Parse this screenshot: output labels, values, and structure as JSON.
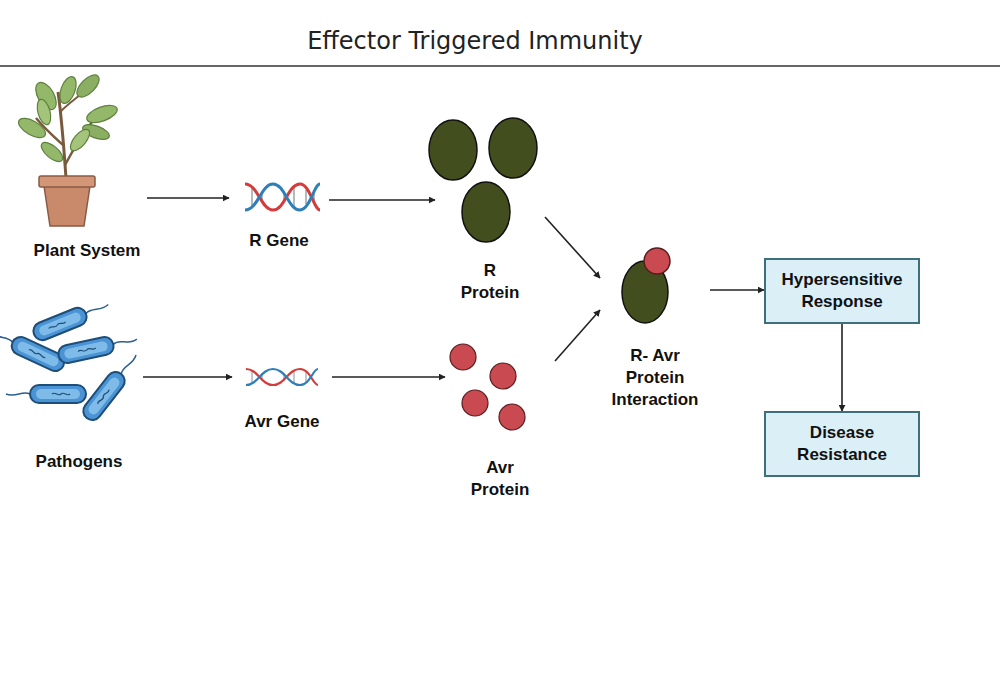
{
  "diagram": {
    "title": "Effector Triggered Immunity",
    "nodes": [
      {
        "text": [
          "Plant System"
        ]
      },
      {
        "text": [
          "R Gene"
        ]
      },
      {
        "text": [
          "R Protein"
        ]
      },
      {
        "text": [
          "Pathogens"
        ]
      },
      {
        "text": [
          "Avr Gene"
        ]
      },
      {
        "text": [
          "Avr Protein"
        ]
      },
      {
        "text": [
          "R- Avr Protein Interaction"
        ]
      },
      {
        "text": [
          "Hypersensitive Response"
        ]
      },
      {
        "text": [
          "Disease Resistance"
        ]
      }
    ],
    "edges": [
      {
        "from": 0,
        "to": 1,
        "arrow": "to"
      },
      {
        "from": 1,
        "to": 2,
        "arrow": "to"
      },
      {
        "from": 3,
        "to": 4,
        "arrow": "to"
      },
      {
        "from": 4,
        "to": 5,
        "arrow": "to"
      },
      {
        "from": 2,
        "to": 6,
        "arrow": "to"
      },
      {
        "from": 5,
        "to": 6,
        "arrow": "to"
      },
      {
        "from": 6,
        "to": 7,
        "arrow": "to"
      },
      {
        "from": 7,
        "to": 8,
        "arrow": "to"
      }
    ]
  }
}
